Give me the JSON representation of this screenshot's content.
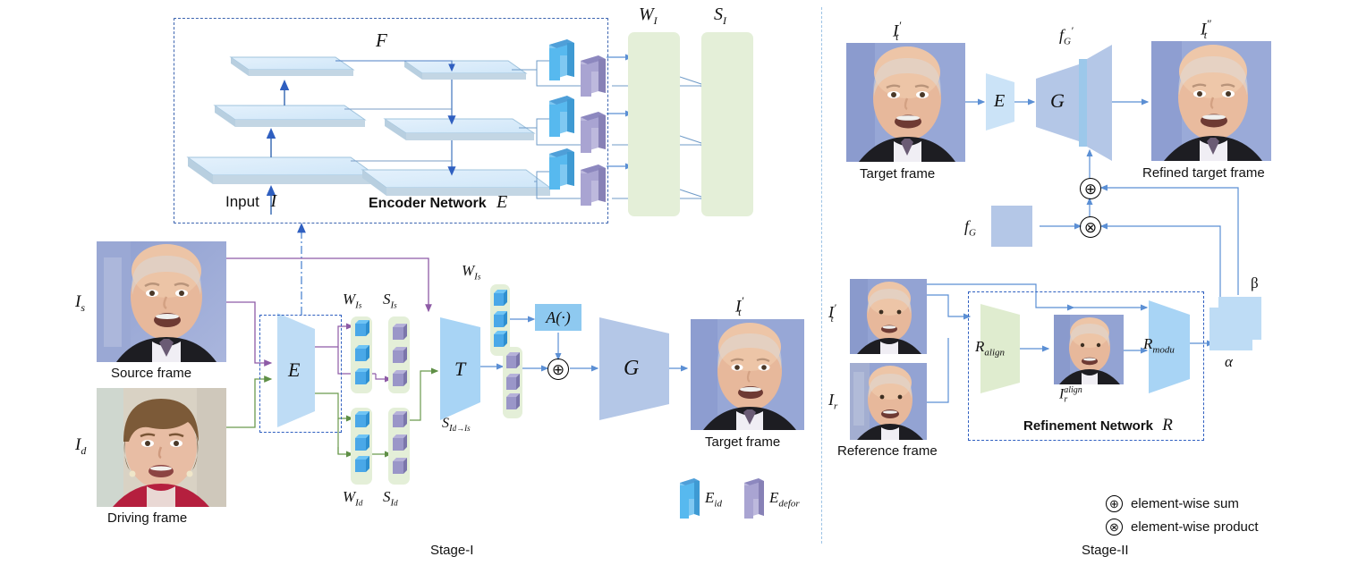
{
  "figure": {
    "stage1_label": "Stage-I",
    "stage2_label": "Stage-II"
  },
  "encoder_box": {
    "input_label": "Input",
    "input_symbol": "I",
    "feature_label": "F",
    "title": "Encoder Network",
    "title_symbol": "E",
    "w_label": "𝒲I",
    "w_label_plain": "W",
    "w_sub": "I",
    "s_label_plain": "S",
    "s_sub": "I"
  },
  "stage1": {
    "source": {
      "symbol": "I",
      "sub": "s",
      "caption": "Source frame"
    },
    "driving": {
      "symbol": "I",
      "sub": "d",
      "caption": "Driving frame"
    },
    "encoder_symbol": "E",
    "w_is": {
      "base": "W",
      "sub": "I",
      "subsub": "s"
    },
    "s_is": {
      "base": "S",
      "sub": "I",
      "subsub": "s"
    },
    "w_id": {
      "base": "W",
      "sub": "I",
      "subsub": "d"
    },
    "s_id": {
      "base": "S",
      "sub": "I",
      "subsub": "d"
    },
    "w_is_top": {
      "base": "W",
      "sub": "I",
      "subsub": "s"
    },
    "transform_symbol": "T",
    "s_transfer": {
      "base": "S",
      "sub": "I",
      "subsub": "d→I",
      "tail": "s"
    },
    "attention_label": "A(·)",
    "sum_symbol": "⊕",
    "generator_symbol": "G",
    "target": {
      "symbol": "I",
      "sub": "t",
      "prime": "′",
      "caption": "Target frame"
    }
  },
  "stage2": {
    "target_in": {
      "symbol": "I",
      "sub": "t",
      "prime": "′",
      "caption": "Target frame"
    },
    "encoder_symbol": "E",
    "generator_symbol": "G",
    "fg_prime": {
      "base": "f",
      "sub": "G",
      "prime": "′"
    },
    "fg": {
      "base": "f",
      "sub": "G"
    },
    "refined": {
      "symbol": "I",
      "sub": "t",
      "prime": "″",
      "caption": "Refined target frame"
    },
    "target_small": {
      "symbol": "I",
      "sub": "t",
      "prime": "′"
    },
    "reference": {
      "symbol": "I",
      "sub": "r",
      "caption": "Reference frame"
    },
    "r_align": {
      "base": "R",
      "sub": "align"
    },
    "r_modu": {
      "base": "R",
      "sub": "modu"
    },
    "aligned": {
      "base": "I",
      "sub": "r",
      "sup": "align"
    },
    "refinement_title": "Refinement Network",
    "refinement_symbol": "R",
    "alpha": "α",
    "beta": "β",
    "sum_symbol": "⊕",
    "prod_symbol": "⊗"
  },
  "legend": {
    "e_id": {
      "base": "E",
      "sub": "id"
    },
    "e_defor": {
      "base": "E",
      "sub": "defor"
    },
    "sum_symbol": "⊕",
    "sum_text": "element-wise sum",
    "prod_symbol": "⊗",
    "prod_text": "element-wise product"
  },
  "colors": {
    "slab": "#d5e8fa",
    "slab_side": "#b8cfe0",
    "cube_blue": "#4aa8e8",
    "cube_purple": "#9a96c8",
    "green_bar": "#e4efd8",
    "trapezoid_blue": "#b9d5f0",
    "trapezoid_green": "#dfeccf",
    "generator_blue": "#b4c7e7",
    "arrow_blue": "#5b8fd4",
    "arrow_purple": "#8e5ba6",
    "arrow_green": "#6b9a4e",
    "dash_blue": "#3c64b0"
  }
}
